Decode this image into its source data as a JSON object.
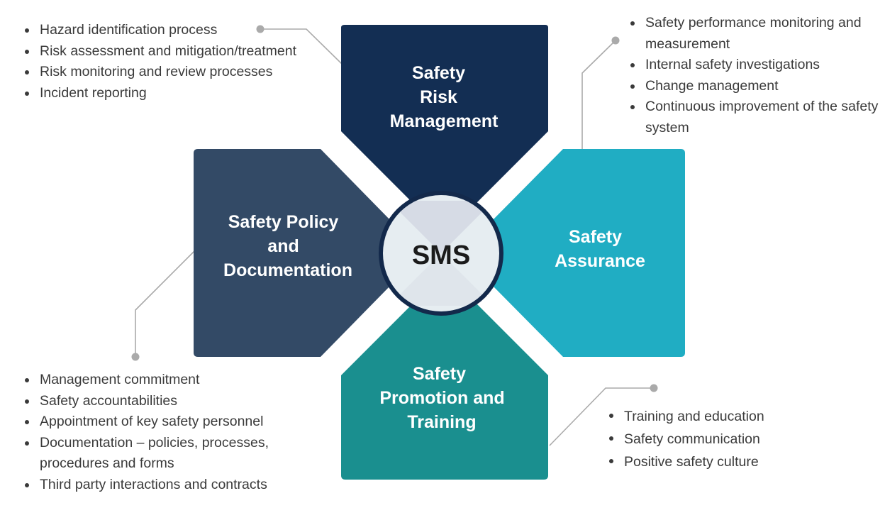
{
  "center": {
    "label": "SMS"
  },
  "pillars": [
    {
      "id": "risk",
      "title_lines": [
        "Safety",
        "Risk",
        "Management"
      ],
      "color": "#132e53",
      "bullets": [
        "Hazard identification process",
        "Risk assessment and mitigation/treatment",
        "Risk monitoring and review processes",
        "Incident reporting"
      ]
    },
    {
      "id": "assurance",
      "title_lines": [
        "Safety",
        "Assurance"
      ],
      "color": "#20adc3",
      "bullets": [
        "Safety performance monitoring and measurement",
        "Internal safety investigations",
        "Change management",
        "Continuous improvement of the safety system"
      ]
    },
    {
      "id": "policy",
      "title_lines": [
        "Safety Policy",
        "and",
        "Documentation"
      ],
      "color": "#334a66",
      "bullets": [
        "Management commitment",
        "Safety accountabilities",
        "Appointment of key safety personnel",
        "Documentation – policies, processes, procedures and forms",
        "Third party interactions and contracts"
      ]
    },
    {
      "id": "promotion",
      "title_lines": [
        "Safety",
        "Promotion and",
        "Training"
      ],
      "color": "#1a8f8f",
      "bullets": [
        "Training and education",
        "Safety communication",
        "Positive safety culture"
      ]
    }
  ],
  "colors": {
    "connector": "#aaaaaa",
    "center_ring": "#13294b",
    "center_fill": "#e6edf1",
    "quadrant_shade": "#d6dbe5"
  }
}
